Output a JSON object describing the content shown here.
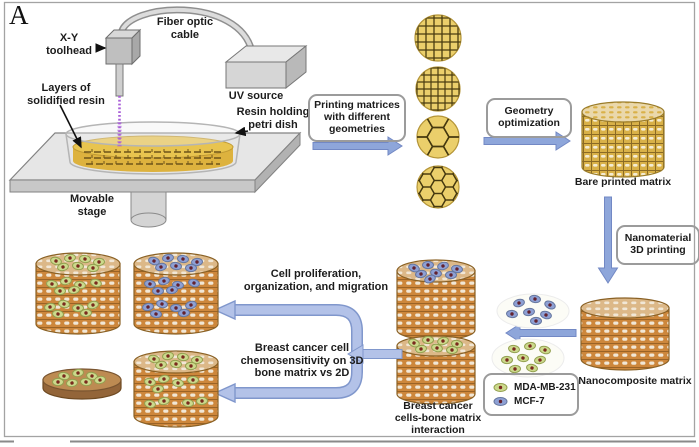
{
  "panel": {
    "label": "A"
  },
  "printer": {
    "toolhead_label": "X-Y\ntoolhead",
    "fiber_label": "Fiber optic\ncable",
    "uv_label": "UV source",
    "layers_label": "Layers of\nsolidified resin",
    "dish_label": "Resin holding\npetri dish",
    "stage_label": "Movable\nstage"
  },
  "flow": {
    "printing_box": "Printing matrices\nwith different\ngeometries",
    "geometry_box": "Geometry\noptimization",
    "bare_matrix_label": "Bare printed matrix",
    "nano_box": "Nanomaterial\n3D printing",
    "nanocomposite_label": "Nanocomposite matrix",
    "interaction_label": "Breast cancer\ncells-bone matrix\ninteraction",
    "proliferation_label": "Cell proliferation,\norganization, and migration",
    "chemo_label": "Breast cancer cell\nchemosensitivity on 3D\nbone matrix vs 2D"
  },
  "legend": {
    "mda": "MDA-MB-231",
    "mcf": "MCF-7"
  },
  "colors": {
    "arrow_blue": "#8ea6da",
    "bracket_blue": "#b3c2e8",
    "matrix_yellow": "#d9b148",
    "matrix_orange": "#cd873c",
    "cell_green": "#ccd98c",
    "cell_blue": "#8ea0d4",
    "nucleus_red": "#7a2a1e",
    "uv_beam_purple": "#a95fd8"
  }
}
